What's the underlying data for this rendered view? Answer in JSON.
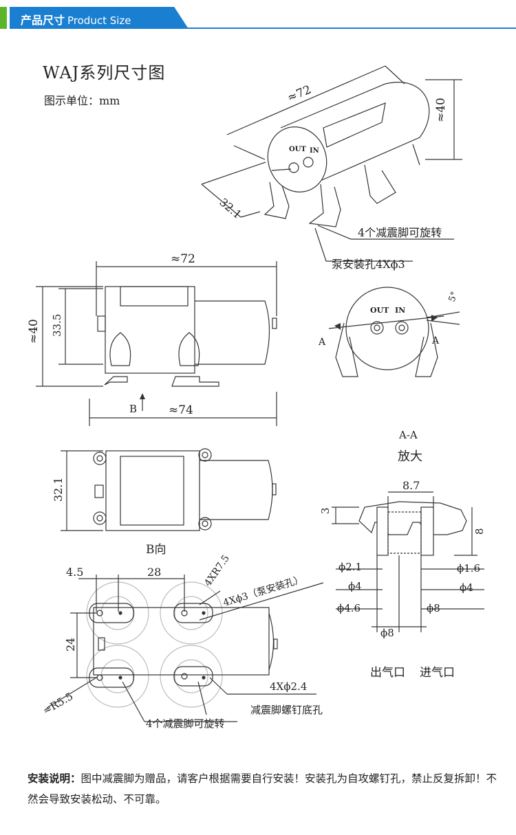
{
  "header": {
    "title_cn": "产品尺寸",
    "title_en": "Product Size"
  },
  "title": "WAJ系列尺寸图",
  "unit_label": "图示单位：mm",
  "iso_view": {
    "length_label": "≈72",
    "height_label": "≈40",
    "width_label": "32.1",
    "out_label": "OUT",
    "in_label": "IN",
    "feet_note": "4个减震脚可旋转",
    "hole_note": "泵安装孔4Xϕ3"
  },
  "side_view": {
    "length_label": "≈72",
    "height_label": "≈40",
    "inner_height_label": "33.5",
    "base_length_label": "≈74",
    "view_arrow_label": "B"
  },
  "end_view": {
    "out_label": "OUT",
    "in_label": "IN",
    "section_left": "A",
    "section_right": "A",
    "angle_label": "5°"
  },
  "section_view": {
    "title": "A-A",
    "subtitle": "放大",
    "spacing_label": "8.7",
    "cap_height_label": "3",
    "tube_height_label": "8",
    "d_left_inner": "ϕ2.1",
    "d_right_inner": "ϕ1.6",
    "d_left_mid": "ϕ4",
    "d_right_mid": "ϕ4",
    "d_left_outer": "ϕ4.6",
    "d_right_outer": "ϕ8",
    "d_bottom": "ϕ8",
    "outlet_label": "出气口",
    "inlet_label": "进气口"
  },
  "top_view": {
    "width_label": "32.1",
    "view_caption": "B向"
  },
  "bottom_view": {
    "offset_label": "4.5",
    "pitch_label": "28",
    "spacing_label": "24",
    "foot_radius_label": "4XR7.5",
    "mount_hole_label": "4Xϕ3（泵安装孔）",
    "screw_hole_label": "4Xϕ2.4",
    "screw_note": "减震脚螺钉底孔",
    "outer_radius_label": "≈R5.5",
    "feet_note": "4个减震脚可旋转"
  },
  "install_note": {
    "heading": "安装说明：",
    "body": "图中减震脚为赠品，请客户根据需要自行安装！安装孔为自攻螺钉孔，禁止反复拆卸！不然会导致安装松动、不可靠。"
  },
  "colors": {
    "accent_green": "#5bb52b",
    "accent_blue": "#1a7fd1",
    "line": "#333333"
  }
}
